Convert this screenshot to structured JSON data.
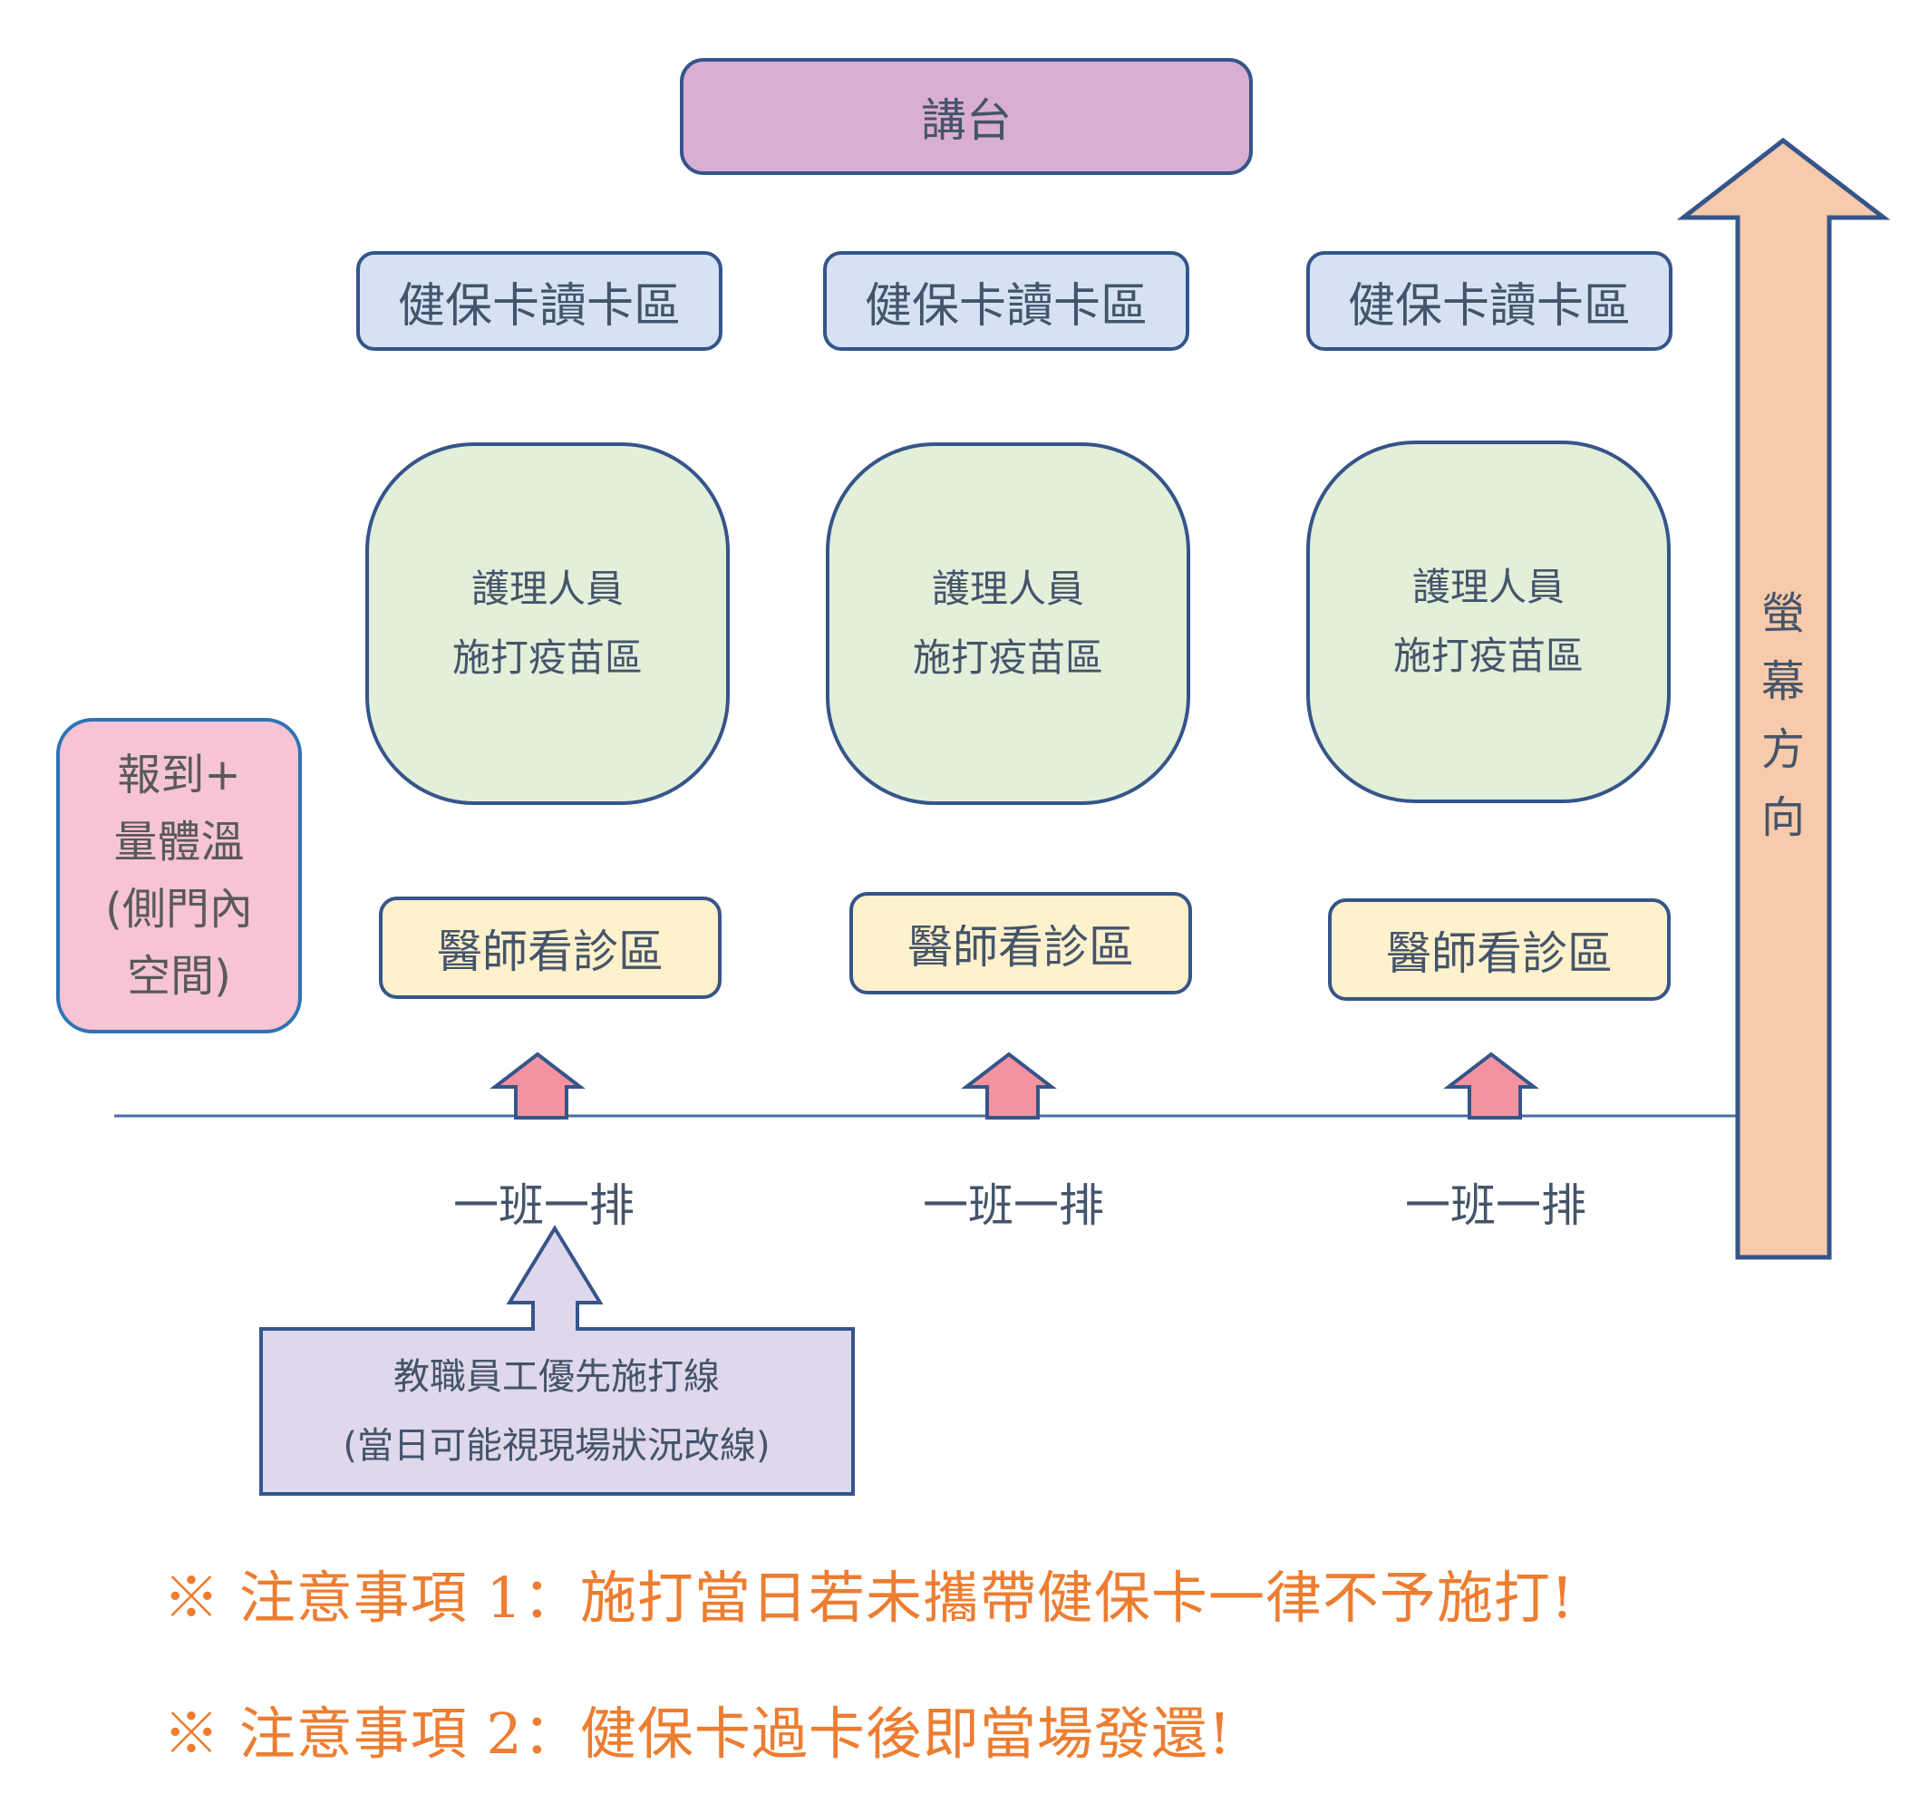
{
  "lectern": {
    "label": "講台"
  },
  "columns": [
    {
      "card_reader": "健保卡讀卡區",
      "nurse_line1": "護理人員",
      "nurse_line2": "施打疫苗區",
      "doctor": "醫師看診區",
      "row_label": "一班一排"
    },
    {
      "card_reader": "健保卡讀卡區",
      "nurse_line1": "護理人員",
      "nurse_line2": "施打疫苗區",
      "doctor": "醫師看診區",
      "row_label": "一班一排"
    },
    {
      "card_reader": "健保卡讀卡區",
      "nurse_line1": "護理人員",
      "nurse_line2": "施打疫苗區",
      "doctor": "醫師看診區",
      "row_label": "一班一排"
    }
  ],
  "checkin": {
    "lines": [
      "報到+",
      "量體溫",
      "(側門內",
      "空間)"
    ]
  },
  "priority": {
    "line1": "教職員工優先施打線",
    "line2": "(當日可能視現場狀況改線)"
  },
  "screen_direction": {
    "chars": [
      "螢",
      "幕",
      "方",
      "向"
    ]
  },
  "notes": [
    "※  注意事項 1：施打當日若未攜帶健保卡一律不予施打!",
    "※  注意事項 2：健保卡過卡後即當場發還!"
  ],
  "colors": {
    "outline": "#35558a",
    "lectern": "#d9aed2",
    "card_reader": "#d6e2f4",
    "nurse": "#e2efd9",
    "doctor": "#fef1cc",
    "checkin": "#f6c4d3",
    "flow_arrow": "#f4929f",
    "priority": "#dfd8ec",
    "screen_arrow": "#f6caaa",
    "note_text": "#ed7d31"
  }
}
